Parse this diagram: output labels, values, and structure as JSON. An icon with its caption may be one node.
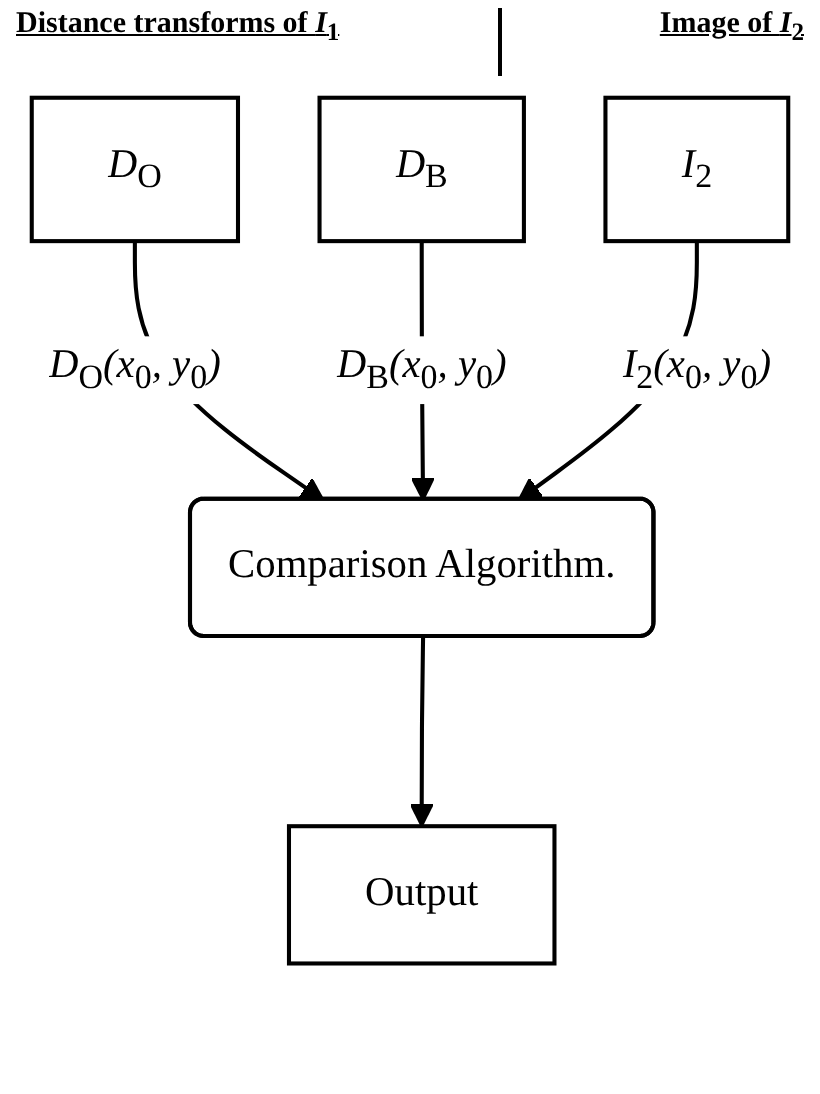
{
  "diagram": {
    "nodes": [
      {
        "text": [
          "*D*$_{O}$"
        ]
      },
      {
        "text": [
          "*D*$_{B}$"
        ]
      },
      {
        "text": [
          "*I*$_{2}$"
        ]
      },
      {
        "text": [
          "Comparison Algorithm."
        ]
      },
      {
        "text": [
          "Output"
        ]
      }
    ],
    "edges": [
      {
        "from": 0,
        "to": 3,
        "arrow": "to",
        "label": "*D*$_{O}$*(x*$_{0}$*, y*$_{0}$*)*"
      },
      {
        "from": 1,
        "to": 3,
        "arrow": "to",
        "label": "*D*$_{B}$*(x*$_{0}$*, y*$_{0}$*)*"
      },
      {
        "from": 2,
        "to": 3,
        "arrow": "to",
        "label": "*I*$_{2}$*(x*$_{0}$*, y*$_{0}$*)*"
      },
      {
        "from": 3,
        "to": 4,
        "arrow": "to"
      }
    ],
    "labels": [
      "Distance transforms of *I*$_{1}$",
      "Image of *I*$_{2}$"
    ]
  }
}
